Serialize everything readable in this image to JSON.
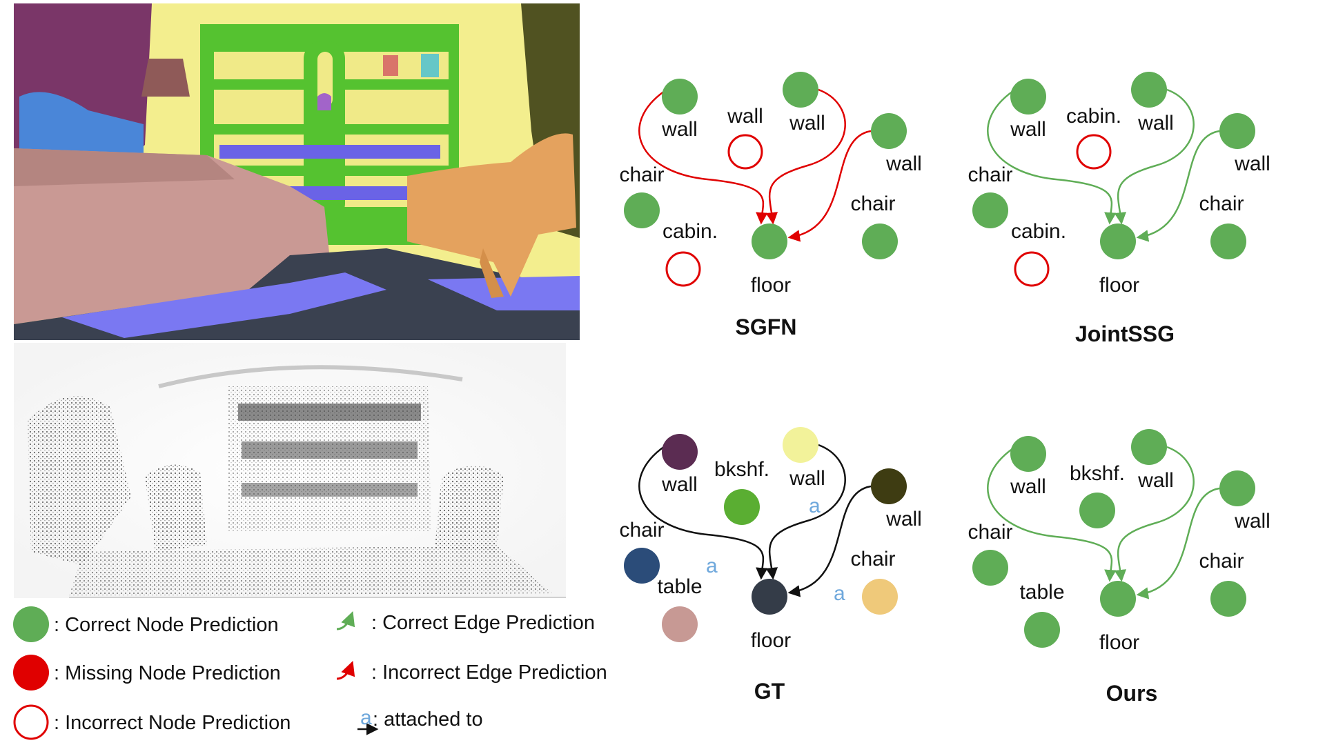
{
  "graphs": [
    {
      "id": "sgfn",
      "title": "SGFN",
      "nodes": [
        {
          "key": "w1",
          "label": "wall",
          "status": "correct"
        },
        {
          "key": "w2",
          "label": "wall",
          "status": "incorrect"
        },
        {
          "key": "w3",
          "label": "wall",
          "status": "correct"
        },
        {
          "key": "w4",
          "label": "wall",
          "status": "correct"
        },
        {
          "key": "ch1",
          "label": "chair",
          "status": "correct"
        },
        {
          "key": "cab",
          "label": "cabin.",
          "status": "incorrect"
        },
        {
          "key": "ch2",
          "label": "chair",
          "status": "correct"
        },
        {
          "key": "fl",
          "label": "floor",
          "status": "correct"
        }
      ],
      "edges": [
        {
          "from": "w1",
          "to": "fl",
          "status": "incorrect"
        },
        {
          "from": "w3",
          "to": "fl",
          "status": "incorrect"
        },
        {
          "from": "w4",
          "to": "fl",
          "status": "incorrect"
        }
      ]
    },
    {
      "id": "jointssg",
      "title": "JointSSG",
      "nodes": [
        {
          "key": "w1",
          "label": "wall",
          "status": "correct"
        },
        {
          "key": "w2",
          "label": "cabin.",
          "status": "incorrect"
        },
        {
          "key": "w3",
          "label": "wall",
          "status": "correct"
        },
        {
          "key": "w4",
          "label": "wall",
          "status": "correct"
        },
        {
          "key": "ch1",
          "label": "chair",
          "status": "correct"
        },
        {
          "key": "cab",
          "label": "cabin.",
          "status": "incorrect"
        },
        {
          "key": "ch2",
          "label": "chair",
          "status": "correct"
        },
        {
          "key": "fl",
          "label": "floor",
          "status": "correct"
        }
      ],
      "edges": [
        {
          "from": "w1",
          "to": "fl",
          "status": "correct"
        },
        {
          "from": "w3",
          "to": "fl",
          "status": "correct"
        },
        {
          "from": "w4",
          "to": "fl",
          "status": "correct"
        }
      ]
    },
    {
      "id": "gt",
      "title": "GT",
      "nodes": [
        {
          "key": "w1",
          "label": "wall",
          "color": "#5b2c52"
        },
        {
          "key": "w2",
          "label": "bkshf.",
          "color": "#5aae32"
        },
        {
          "key": "w3",
          "label": "wall",
          "color": "#f2f29a"
        },
        {
          "key": "w4",
          "label": "wall",
          "color": "#3e3c12"
        },
        {
          "key": "ch1",
          "label": "chair",
          "color": "#2b4c79"
        },
        {
          "key": "cab",
          "label": "table",
          "color": "#c79994"
        },
        {
          "key": "ch2",
          "label": "chair",
          "color": "#efc97a"
        },
        {
          "key": "fl",
          "label": "floor",
          "color": "#343c48"
        }
      ],
      "edges": [
        {
          "from": "w1",
          "to": "fl",
          "status": "gt",
          "label": "a"
        },
        {
          "from": "w3",
          "to": "fl",
          "status": "gt",
          "label": "a"
        },
        {
          "from": "w4",
          "to": "fl",
          "status": "gt",
          "label": "a"
        }
      ]
    },
    {
      "id": "ours",
      "title": "Ours",
      "nodes": [
        {
          "key": "w1",
          "label": "wall",
          "status": "correct"
        },
        {
          "key": "w2",
          "label": "bkshf.",
          "status": "correct"
        },
        {
          "key": "w3",
          "label": "wall",
          "status": "correct"
        },
        {
          "key": "w4",
          "label": "wall",
          "status": "correct"
        },
        {
          "key": "ch1",
          "label": "chair",
          "status": "correct"
        },
        {
          "key": "cab",
          "label": "table",
          "status": "correct"
        },
        {
          "key": "ch2",
          "label": "chair",
          "status": "correct"
        },
        {
          "key": "fl",
          "label": "floor",
          "status": "correct"
        }
      ],
      "edges": [
        {
          "from": "w1",
          "to": "fl",
          "status": "correct"
        },
        {
          "from": "w3",
          "to": "fl",
          "status": "correct"
        },
        {
          "from": "w4",
          "to": "fl",
          "status": "correct"
        }
      ]
    }
  ],
  "legend": {
    "correct_node": ": Correct Node Prediction",
    "missing_node": ": Missing Node Prediction",
    "incorrect_node": ": Incorrect Node Prediction",
    "correct_edge": ": Correct Edge Prediction",
    "incorrect_edge": ": Incorrect Edge Prediction",
    "relation_glyph": "a",
    "attached_to": ": attached to"
  },
  "colors": {
    "correct": "#5fad56",
    "missing": "#e00000",
    "incorrect": "#e00000",
    "correct_edge": "#5fad56",
    "incorrect_edge": "#e00000",
    "gt_edge": "#111111",
    "relation": "#6fa8dc"
  },
  "images": {
    "mesh": "colored-mesh-render",
    "pointcloud": "point-cloud-render"
  }
}
